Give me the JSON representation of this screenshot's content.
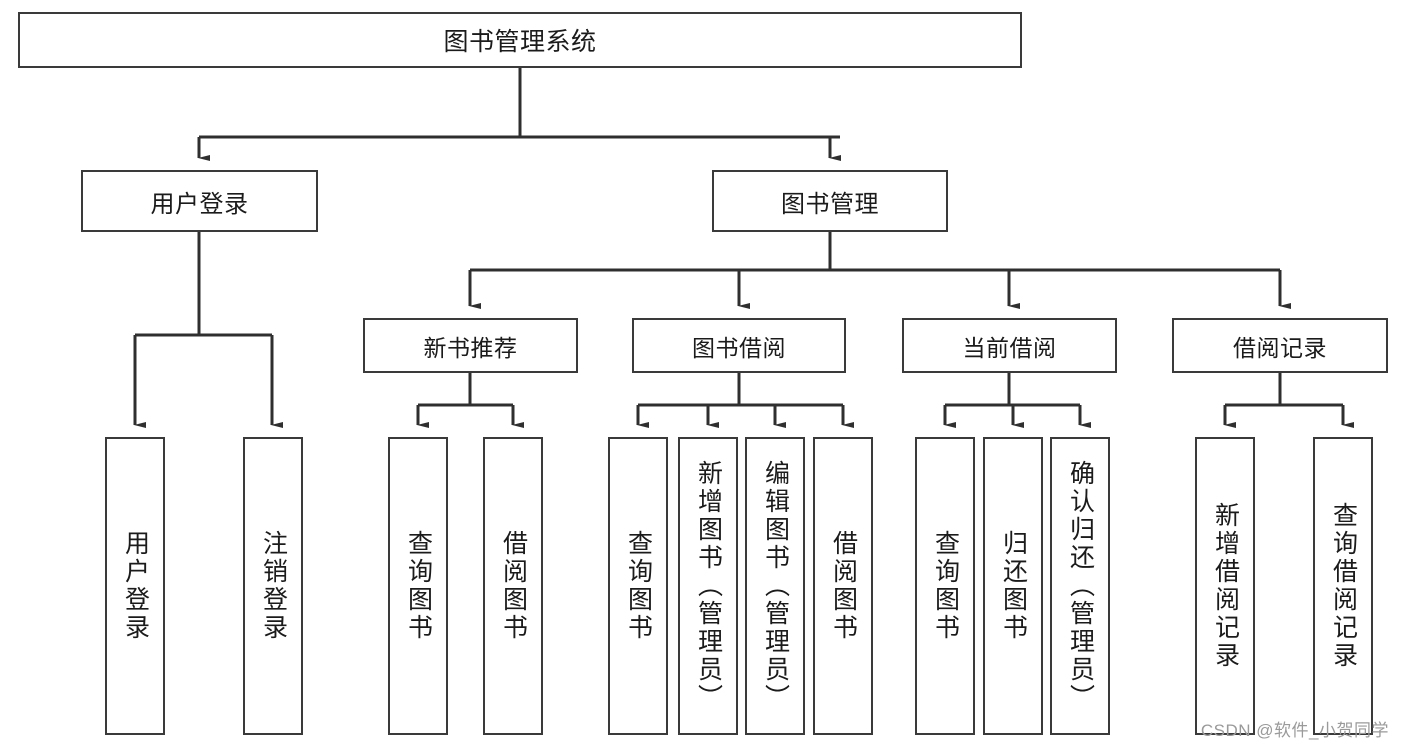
{
  "diagram": {
    "title": "图书管理系统",
    "type": "tree",
    "root": {
      "label": "图书管理系统"
    },
    "level2": [
      {
        "label": "用户登录"
      },
      {
        "label": "图书管理"
      }
    ],
    "level3": [
      {
        "label": "新书推荐"
      },
      {
        "label": "图书借阅"
      },
      {
        "label": "当前借阅"
      },
      {
        "label": "借阅记录"
      }
    ],
    "leaves": [
      {
        "label": "用户登录"
      },
      {
        "label": "注销登录"
      },
      {
        "label": "查询图书"
      },
      {
        "label": "借阅图书"
      },
      {
        "label": "查询图书"
      },
      {
        "label": "新增图书（管理员）"
      },
      {
        "label": "编辑图书（管理员）"
      },
      {
        "label": "借阅图书"
      },
      {
        "label": "查询图书"
      },
      {
        "label": "归还图书"
      },
      {
        "label": "确认归还（管理员）"
      },
      {
        "label": "新增借阅记录"
      },
      {
        "label": "查询借阅记录"
      }
    ]
  },
  "watermark": {
    "text": "CSDN @软件_小贺同学"
  },
  "colors": {
    "stroke": "#3a3a3a",
    "text": "#1b1b1b",
    "background": "#ffffff",
    "watermark": "#9a9a9a"
  }
}
